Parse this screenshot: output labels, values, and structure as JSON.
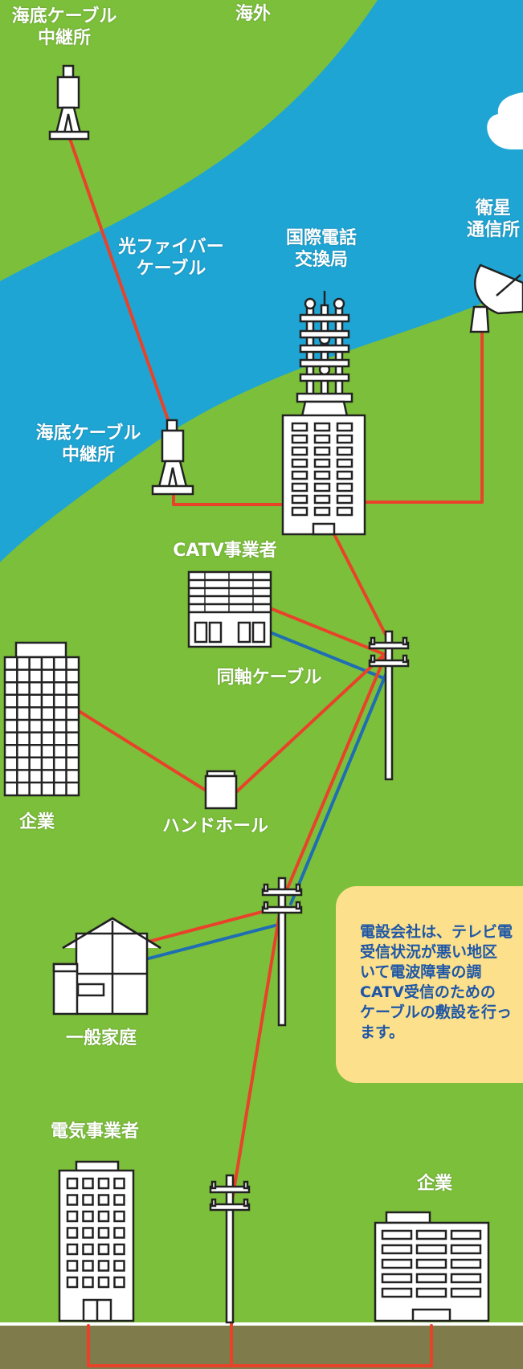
{
  "labels": {
    "overseas": "海外",
    "cable_relay_top": "海底ケーブル\n中継所",
    "optical_fiber": "光ファイバー\nケーブル",
    "international_exchange": "国際電話\n交換局",
    "satellite_station": "衛星\n通信所",
    "cable_relay_bottom": "海底ケーブル\n中継所",
    "catv_operator": "CATV事業者",
    "coaxial_cable": "同軸ケーブル",
    "company_left": "企業",
    "handhole": "ハンドホール",
    "household": "一般家庭",
    "electric_utility": "電気事業者",
    "company_right": "企業"
  },
  "note": {
    "text": "電設会社は、テレビ電\n受信状況が悪い地区\nいて電波障害の調\nCATV受信のための\nケーブルの敷設を行っ\nます。"
  },
  "colors": {
    "sea": "#1fa5d4",
    "land": "#7cbf3b",
    "ground": "#7f7b4a",
    "red_line": "#e8432a",
    "blue_line": "#1f6db3",
    "note_bg": "#fce08c",
    "note_text": "#1f57a6"
  },
  "icons": [
    "cable-relay-tower-icon",
    "telecom-tower-icon",
    "satellite-dish-icon",
    "office-building-icon",
    "catv-building-icon",
    "utility-pole-icon",
    "handhole-icon",
    "house-icon",
    "factory-building-icon"
  ]
}
